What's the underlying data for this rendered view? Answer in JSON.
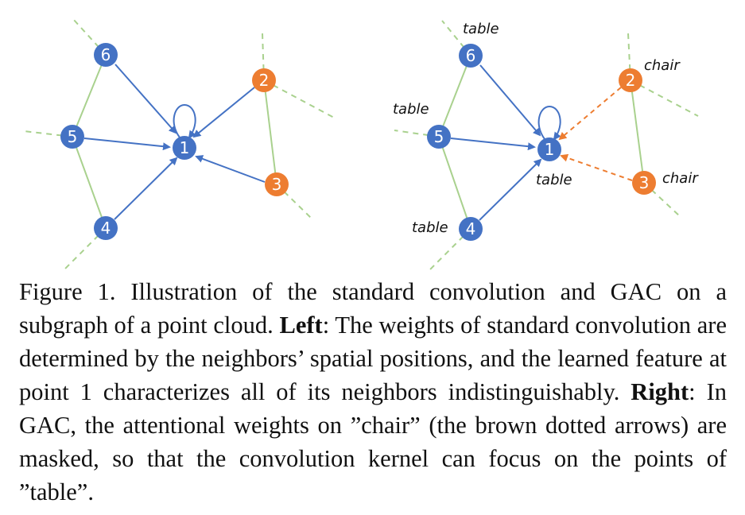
{
  "colors": {
    "node_blue": "#4472C4",
    "node_orange": "#ED7D31",
    "edge_green": "#A9D18E",
    "arrow_blue": "#4472C4",
    "arrow_orange": "#ED7D31"
  },
  "left_graph": {
    "nodes": [
      "1",
      "6",
      "5",
      "4",
      "2",
      "3"
    ]
  },
  "right_graph": {
    "nodes": [
      "1",
      "6",
      "5",
      "4",
      "2",
      "3"
    ],
    "labels": {
      "n6": "table",
      "n5": "table",
      "n1": "table",
      "n4": "table",
      "n2": "chair",
      "n3": "chair"
    }
  },
  "caption": {
    "intro": "Figure 1. Illustration of the standard convolution and GAC on a subgraph of a point cloud. ",
    "left_label": "Left",
    "left_text": ": The weights of standard convolution are determined by the neighbors’ spatial positions, and the learned feature at point 1 characterizes all of its neighbors indistinguishably. ",
    "right_label": "Right",
    "right_text": ": In GAC, the attentional weights on ”chair” (the brown dotted arrows) are masked, so that the convolution kernel can focus on the points of ”table”."
  }
}
